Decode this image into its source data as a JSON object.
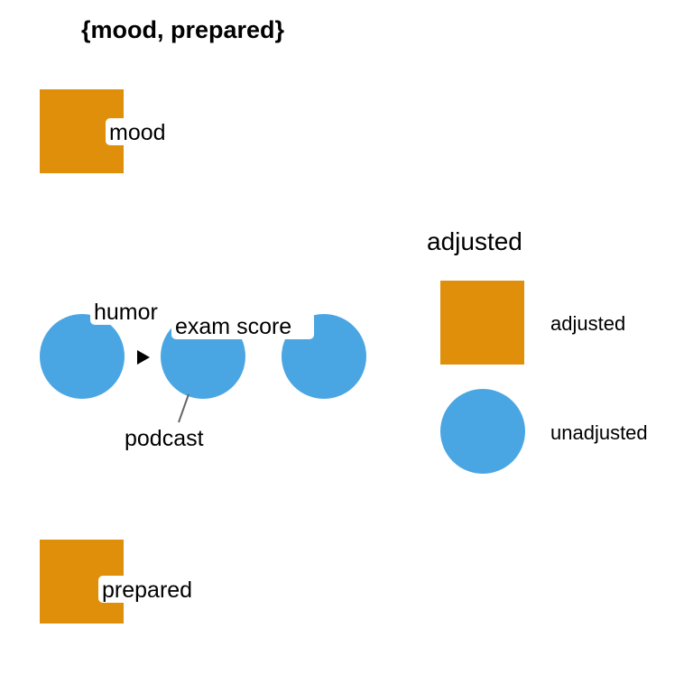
{
  "title": "{mood, prepared}",
  "colors": {
    "adjusted": "#E08F0B",
    "unadjusted": "#4AA6E3",
    "edge": "#000000",
    "label_leader": "#666666"
  },
  "nodes": [
    {
      "id": "mood",
      "label": "mood",
      "status": "adjusted",
      "shape": "square"
    },
    {
      "id": "humor",
      "label": "humor",
      "status": "unadjusted",
      "shape": "circle"
    },
    {
      "id": "podcast",
      "label": "podcast",
      "status": "unadjusted",
      "shape": "circle"
    },
    {
      "id": "exam_score",
      "label": "exam score",
      "status": "unadjusted",
      "shape": "circle"
    },
    {
      "id": "prepared",
      "label": "prepared",
      "status": "adjusted",
      "shape": "square"
    }
  ],
  "edges": [
    {
      "from": "humor",
      "to": "podcast"
    }
  ],
  "legend": {
    "title": "adjusted",
    "items": [
      {
        "label": "adjusted",
        "shape": "square",
        "status": "adjusted"
      },
      {
        "label": "unadjusted",
        "shape": "circle",
        "status": "unadjusted"
      }
    ]
  }
}
